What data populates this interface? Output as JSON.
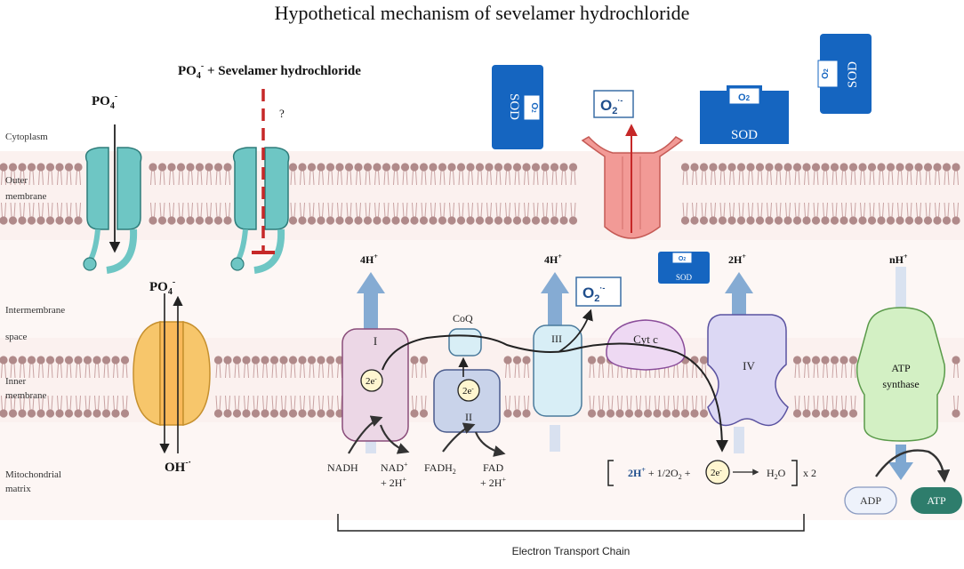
{
  "title": "Hypothetical mechanism of sevelamer hydrochloride",
  "regions": {
    "cytoplasm": "Cytoplasm",
    "outer_membrane_1": "Outer",
    "outer_membrane_2": "membrane",
    "intermembrane_1": "Intermembrane",
    "intermembrane_2": "space",
    "inner_membrane_1": "Inner",
    "inner_membrane_2": "membrane",
    "matrix_1": "Mitochondrial",
    "matrix_2": "matrix"
  },
  "transport": {
    "po4_top": "PO",
    "po4_top_sub": "4",
    "po4_top_sup": "-",
    "sev_po4": "PO",
    "sev_po4_sub": "4",
    "sev_po4_sup": "-",
    "sev_label": " + Sevelamer hydrochloride",
    "question": "?",
    "antiporter_po4": "PO",
    "antiporter_po4_sub": "4",
    "antiporter_po4_sup": "-",
    "oh": "OH",
    "oh_sup": "-·"
  },
  "ros": {
    "o2": "O",
    "o2_sub": "2",
    "o2_sup": "·-",
    "sod": "SOD"
  },
  "etc": {
    "complex_I": "I",
    "complex_II": "II",
    "complex_III": "III",
    "complex_IV": "IV",
    "coq": "CoQ",
    "cytc": "Cyt c",
    "atp_synthase_1": "ATP",
    "atp_synthase_2": "synthase",
    "electrons": "2e",
    "electrons_sup": "-",
    "h_4": "4H",
    "h_2": "2H",
    "h_n": "nH",
    "h_sup": "+",
    "nadh": "NADH",
    "nad": "NAD",
    "nad_sup": "+",
    "plus_2h": "+ 2H",
    "fadh2": "FADH",
    "fadh2_sub": "2",
    "fad": "FAD",
    "equation_2h": "2H",
    "equation_mid": " + 1/2O",
    "equation_sub": "2",
    "equation_plus": " +",
    "water": "H",
    "water_sub": "2",
    "water_o": "O",
    "times2": "x 2",
    "adp": "ADP",
    "atp": "ATP",
    "chain_label": "Electron Transport Chain"
  },
  "colors": {
    "membrane_head": "#b08a8a",
    "transporter": "#6ec6c4",
    "transporter_stroke": "#2e7c7a",
    "antiporter": "#f7c66b",
    "channel": "#f29a96",
    "sod": "#1565c0",
    "h_arrow": "#7ea7d1",
    "complex_I": "#ecd7e6",
    "complex_II": "#c9d3ea",
    "complex_III": "#d8eef6",
    "complex_IV": "#dcd8f4",
    "cytc": "#eed9f3",
    "atp_synthase": "#d3f0c4",
    "atp_pill": "#2e7d6c",
    "inhibit": "#c62828"
  }
}
